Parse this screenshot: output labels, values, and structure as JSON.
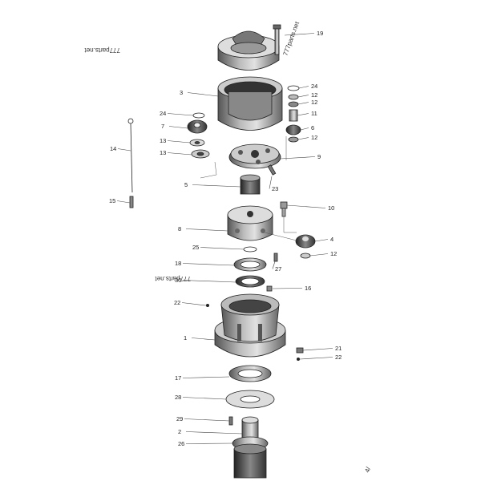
{
  "watermarks": [
    {
      "id": "wm-top-left",
      "text": "777parts.net"
    },
    {
      "id": "wm-top-right",
      "text": "777parts.net"
    },
    {
      "id": "wm-middle",
      "text": "777parts.net"
    },
    {
      "id": "wm-corner",
      "text": "4/"
    }
  ],
  "callouts": [
    "19",
    "3",
    "24",
    "12",
    "12",
    "11",
    "6",
    "12",
    "24",
    "7",
    "13",
    "13",
    "14",
    "9",
    "5",
    "23",
    "15",
    "10",
    "8",
    "4",
    "12",
    "25",
    "27",
    "18",
    "30",
    "16",
    "22",
    "1",
    "21",
    "22",
    "17",
    "28",
    "29",
    "2",
    "26"
  ]
}
